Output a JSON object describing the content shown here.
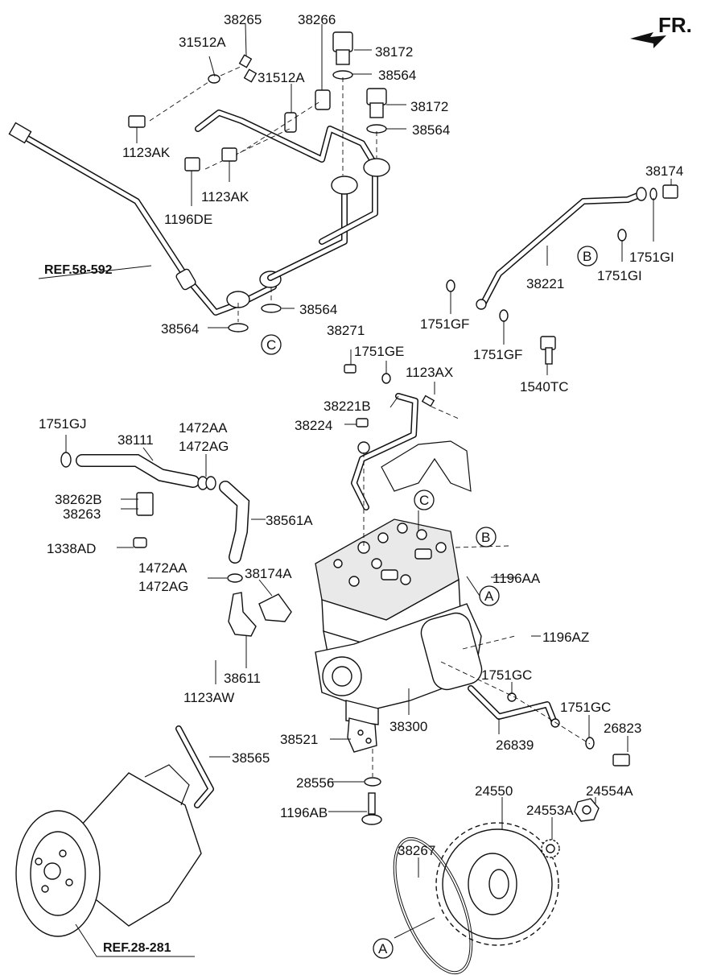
{
  "orientation": {
    "label": "FR."
  },
  "references": {
    "ref_58": "REF.58-592",
    "ref_28": "REF.28-281"
  },
  "parts": {
    "p38265": "38265",
    "p31512A_top": "31512A",
    "p38266": "38266",
    "p38172_top": "38172",
    "p38564_1": "38564",
    "p31512A_mid": "31512A",
    "p38172_2": "38172",
    "p38564_2": "38564",
    "p1123AK_1": "1123AK",
    "p1123AK_2": "1123AK",
    "p1196DE": "1196DE",
    "p38174": "38174",
    "p1751GI_1": "1751GI",
    "p1751GI_2": "1751GI",
    "p38221": "38221",
    "p38564_3": "38564",
    "p38564_4": "38564",
    "p1751GF_1": "1751GF",
    "p1751GF_2": "1751GF",
    "p38271": "38271",
    "p1751GE": "1751GE",
    "p1123AX": "1123AX",
    "p1540TC": "1540TC",
    "p38221B": "38221B",
    "p38224": "38224",
    "p1751GJ": "1751GJ",
    "p38111": "38111",
    "p1472AA_1": "1472AA",
    "p1472AG_1": "1472AG",
    "p38262B": "38262B",
    "p38263": "38263",
    "p38561A": "38561A",
    "p1338AD": "1338AD",
    "p1472AA_2": "1472AA",
    "p1472AG_2": "1472AG",
    "p38174A": "38174A",
    "p1196AA": "1196AA",
    "p1196AZ": "1196AZ",
    "p38611": "38611",
    "p1123AW": "1123AW",
    "p1751GC_1": "1751GC",
    "p1751GC_2": "1751GC",
    "p38300": "38300",
    "p26839": "26839",
    "p26823": "26823",
    "p38521": "38521",
    "p38565": "38565",
    "p28556": "28556",
    "p1196AB": "1196AB",
    "p24550": "24550",
    "p24554A": "24554A",
    "p24553A": "24553A",
    "p38267": "38267"
  },
  "callouts": {
    "c_top": "C",
    "b_top": "B",
    "c_engine": "C",
    "b_engine": "B",
    "a_engine": "A",
    "a_bottom": "A"
  }
}
